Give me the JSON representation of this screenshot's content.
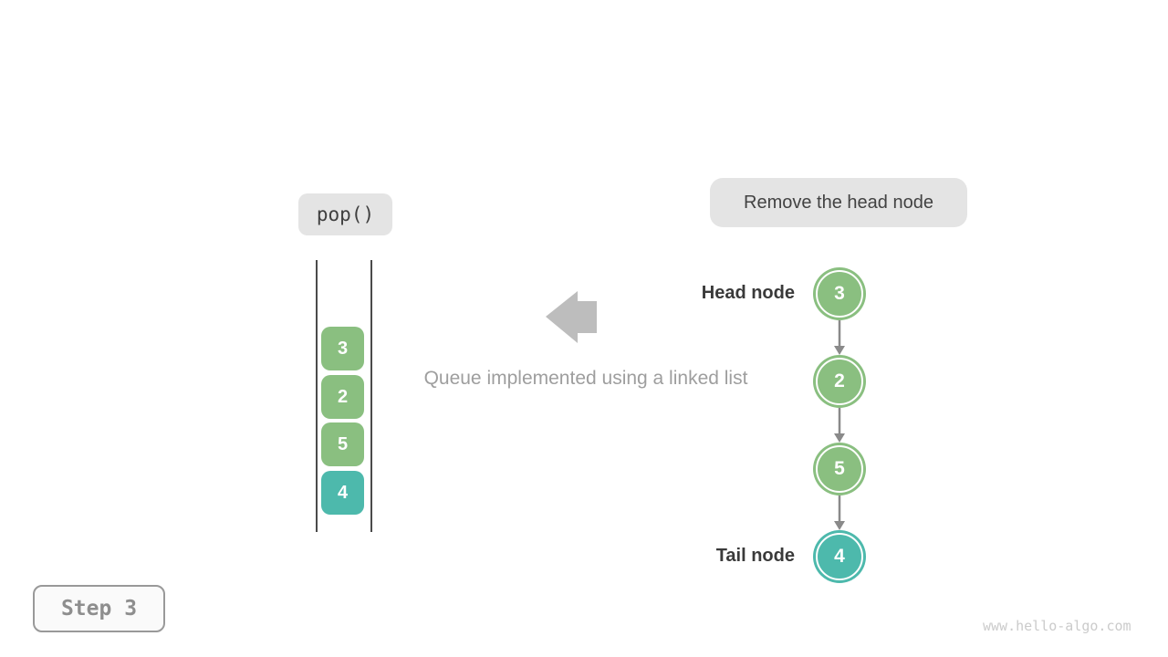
{
  "operation": {
    "label": "pop()"
  },
  "annotation": {
    "label": "Remove the head node"
  },
  "caption": {
    "text": "Queue implemented using a linked list"
  },
  "queue": {
    "items": [
      {
        "value": "3",
        "color": "#8abf80"
      },
      {
        "value": "2",
        "color": "#8abf80"
      },
      {
        "value": "5",
        "color": "#8abf80"
      },
      {
        "value": "4",
        "color": "#4db9ac"
      }
    ]
  },
  "linked_list": {
    "head_label": "Head node",
    "tail_label": "Tail node",
    "nodes": [
      {
        "value": "3",
        "color": "#8abf80"
      },
      {
        "value": "2",
        "color": "#8abf80"
      },
      {
        "value": "5",
        "color": "#8abf80"
      },
      {
        "value": "4",
        "color": "#4db9ac"
      }
    ]
  },
  "step": {
    "label": "Step 3"
  },
  "watermark": {
    "text": "www.hello-algo.com"
  },
  "colors": {
    "block_arrow": "#bdbdbd",
    "connector": "#8a8a8a",
    "node_green": "#8abf80",
    "node_teal": "#4db9ac"
  }
}
